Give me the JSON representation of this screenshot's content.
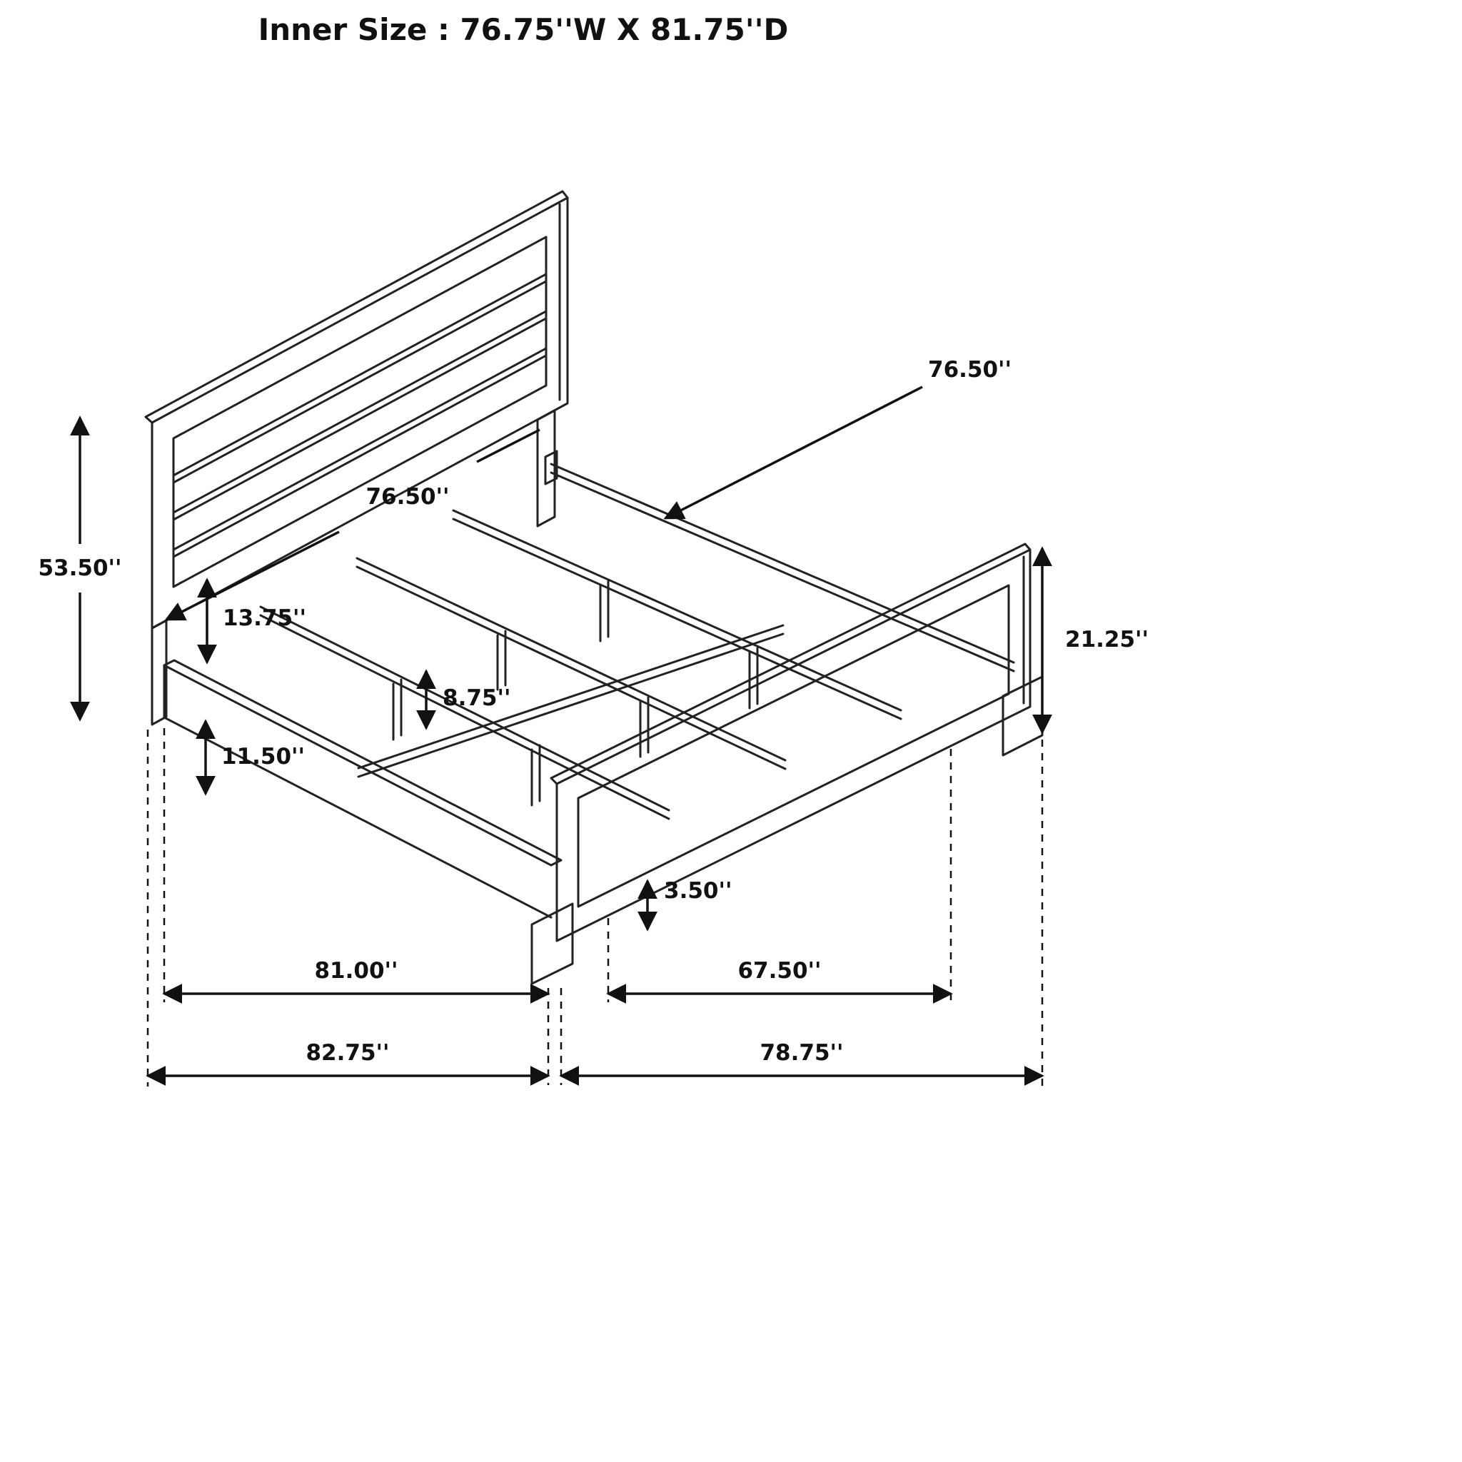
{
  "title": "Inner Size : 76.75''W X 81.75''D",
  "diagram": {
    "labels": {
      "rail_callout": "76.50''",
      "headboard_width_callout": "76.50''",
      "headboard_height": "53.50''",
      "headboard_panel_clearance": "13.75''",
      "rail_ground_clearance": "11.50''",
      "support_leg_height": "8.75''",
      "footboard_height": "21.25''",
      "foot_height": "3.50''",
      "side_rail_length": "81.00''",
      "footboard_panel_width": "67.50''",
      "overall_depth_headboard_side": "82.75''",
      "overall_depth_footboard_side": "78.75''"
    }
  }
}
